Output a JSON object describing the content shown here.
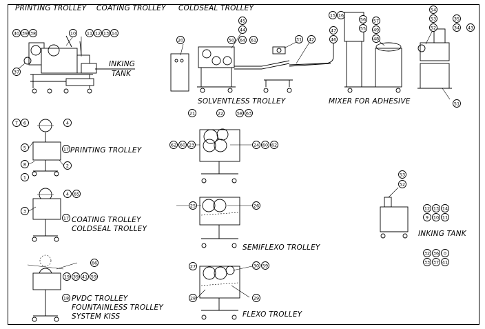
{
  "header": {
    "title_printing": "PRINTING TROLLEY",
    "title_coating": "COATING TROLLEY",
    "title_coldseal": "COLDSEAL TROLLEY"
  },
  "labels": {
    "inking_tank_top_1": "INKING",
    "inking_tank_top_2": "TANK",
    "solventless": "SOLVENTLESS TROLLEY",
    "mixer": "MIXER FOR ADHESIVE",
    "printing_trolley": "PRINTING TROLLEY",
    "coating_trolley": "COATING TROLLEY",
    "coldseal_trolley": "COLDSEAL TROLLEY",
    "pvdc_trolley": "PVDC TROLLEY",
    "fountainless_trolley": "FOUNTAINLESS TROLLEY",
    "system_kiss": "SYSTEM KISS",
    "semiflexo": "SEMIFLEXO TROLLEY",
    "flexo": "FLEXO TROLLEY",
    "inking_tank": "INKING TANK"
  },
  "bubbles": {
    "b40": "40",
    "b39": "39",
    "b38": "38",
    "b10": "10",
    "b11": "11",
    "b12": "12",
    "b13": "13",
    "b14": "14",
    "b37": "37",
    "b20": "20",
    "b45": "45",
    "b44": "44",
    "b50": "50",
    "b64": "64",
    "b61": "61",
    "b31": "31",
    "b42": "42",
    "b15": "15",
    "b16": "16",
    "b56": "56",
    "b55": "55",
    "b47": "47",
    "b46": "46",
    "b57": "57",
    "b49": "49",
    "b48": "48",
    "b54": "54",
    "b53": "53",
    "b52": "52",
    "b35": "35",
    "b34": "34",
    "b43": "43",
    "b51": "51",
    "p7": "7",
    "p6": "6",
    "p4": "4",
    "p5": "5",
    "p17": "17",
    "p8": "8",
    "p2": "2",
    "p1": "1",
    "c3": "3",
    "c4": "4",
    "c65": "65",
    "c17": "17",
    "v66": "66",
    "v19": "19",
    "v39": "39",
    "v41": "41",
    "v59": "59",
    "v18": "18",
    "s21": "21",
    "s22": "22",
    "s58": "58",
    "s63": "63",
    "s62": "62",
    "s60": "60",
    "s23": "23",
    "s24": "24",
    "s60b": "60",
    "s62b": "62",
    "m25": "25",
    "m26": "26",
    "f27": "27",
    "f30": "30",
    "f59": "59",
    "f28": "28",
    "f29": "29",
    "t53": "53",
    "t52": "52",
    "k12": "12",
    "k13": "13",
    "k14": "14",
    "k9": "9",
    "k10": "10",
    "k11": "11",
    "k32": "32",
    "k36": "36",
    "k0": "0",
    "k33": "33",
    "k37": "37",
    "k41": "41"
  }
}
